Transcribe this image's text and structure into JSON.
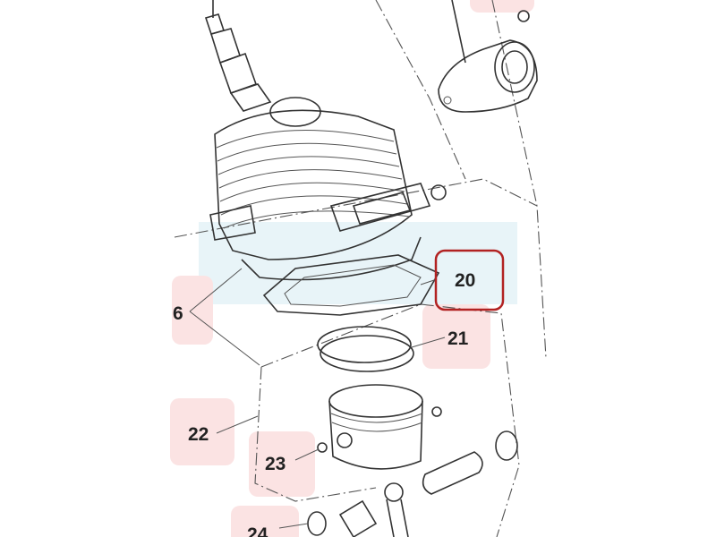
{
  "diagram": {
    "callouts": [
      {
        "id": "6",
        "label": "6"
      },
      {
        "id": "20",
        "label": "20",
        "highlighted": true
      },
      {
        "id": "21",
        "label": "21"
      },
      {
        "id": "22",
        "label": "22"
      },
      {
        "id": "23",
        "label": "23"
      },
      {
        "id": "24",
        "label": "24"
      }
    ],
    "colors": {
      "highlight_box": "#b22222",
      "callout_bg": "#fbe3e3",
      "band_bg": "#e6f3f8"
    }
  }
}
